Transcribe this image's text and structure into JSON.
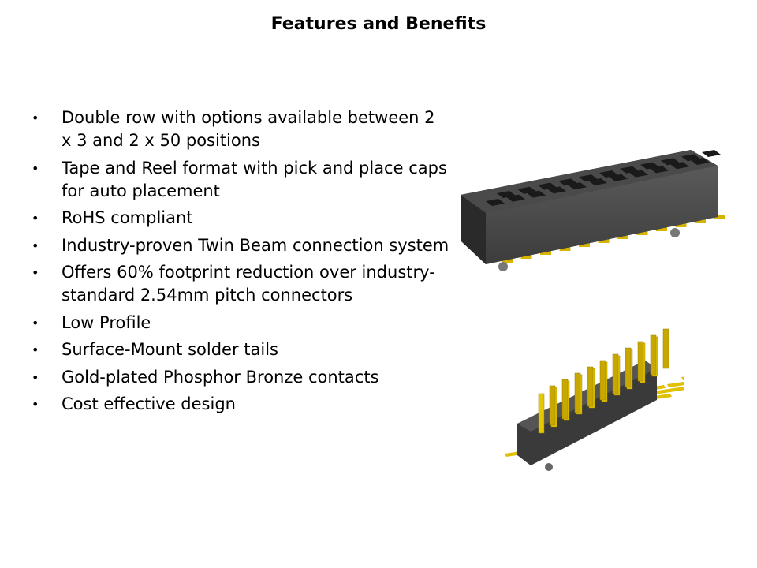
{
  "slide": {
    "title": "Features and Benefits",
    "bullets": [
      "Double row with options available between 2 x 3 and 2 x 50 positions",
      "Tape and Reel format with pick and place caps for auto placement",
      "RoHS compliant",
      "Industry-proven Twin Beam connection system",
      "Offers 60% footprint reduction over industry-standard 2.54mm pitch connectors",
      "Low Profile",
      "Surface-Mount solder tails",
      "Gold-plated Phosphor Bronze contacts",
      "Cost effective design"
    ],
    "bullet_glyph": "•"
  }
}
